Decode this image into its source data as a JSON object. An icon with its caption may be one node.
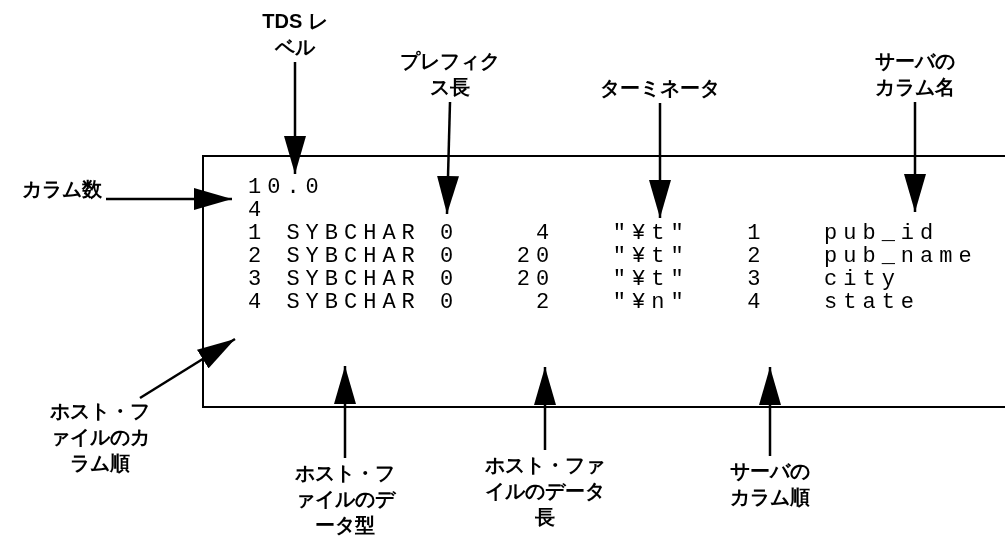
{
  "diagram": {
    "nodes": [
      {
        "text": [
          "10.0",
          "4",
          "1 SYBCHAR 0    4   \"¥t\"   1   pub_id",
          "2 SYBCHAR 0   20   \"¥t\"   2   pub_name",
          "3 SYBCHAR 0   20   \"¥t\"   3   city",
          "4 SYBCHAR 0    2   \"¥n\"   4   state"
        ]
      },
      {
        "text": [
          "TDS レベル"
        ]
      },
      {
        "text": [
          "プレフィクス長"
        ]
      },
      {
        "text": [
          "ターミネータ"
        ]
      },
      {
        "text": [
          "サーバのカラム名"
        ]
      },
      {
        "text": [
          "カラム数"
        ]
      },
      {
        "text": [
          "ホスト・ファイルのカラム順"
        ]
      },
      {
        "text": [
          "ホスト・ファイルのデータ型"
        ]
      },
      {
        "text": [
          "ホスト・ファイルのデータ長"
        ]
      },
      {
        "text": [
          "サーバのカラム順"
        ]
      }
    ],
    "edges": [
      {
        "from": 1,
        "to": 0,
        "arrow": "to"
      },
      {
        "from": 2,
        "to": 0,
        "arrow": "to"
      },
      {
        "from": 3,
        "to": 0,
        "arrow": "to"
      },
      {
        "from": 4,
        "to": 0,
        "arrow": "to"
      },
      {
        "from": 5,
        "to": 0,
        "arrow": "to"
      },
      {
        "from": 6,
        "to": 0,
        "arrow": "to"
      },
      {
        "from": 7,
        "to": 0,
        "arrow": "to"
      },
      {
        "from": 8,
        "to": 0,
        "arrow": "to"
      },
      {
        "from": 9,
        "to": 0,
        "arrow": "to"
      }
    ]
  }
}
